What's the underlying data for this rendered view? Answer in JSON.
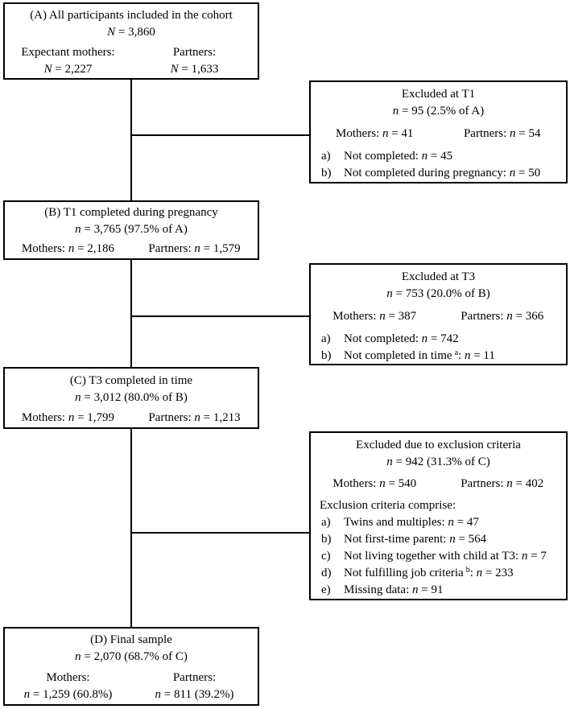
{
  "colors": {
    "background": "#ffffff",
    "text": "#000000",
    "border": "#000000",
    "line": "#000000"
  },
  "boxes": {
    "a": {
      "title": "(A) All participants included in the cohort",
      "total": "*N* = 3,860",
      "left_label": "Expectant mothers:",
      "left_value": "*N* = 2,227",
      "right_label": "Partners:",
      "right_value": "*N* = 1,633"
    },
    "excl1": {
      "title": "Excluded at T1",
      "total": "*n* = 95 (2.5% of A)",
      "mothers": "Mothers: *n* = 41",
      "partners": "Partners: *n* = 54",
      "items": [
        {
          "marker": "a)",
          "text": "Not completed: *n* = 45"
        },
        {
          "marker": "b)",
          "text": "Not completed during pregnancy: *n* = 50"
        }
      ]
    },
    "b": {
      "title": "(B) T1 completed during pregnancy",
      "total": "*n* = 3,765 (97.5% of A)",
      "mothers": "Mothers: *n* = 2,186",
      "partners": "Partners: *n* = 1,579"
    },
    "excl2": {
      "title": "Excluded at T3",
      "total": "*n* = 753 (20.0% of B)",
      "mothers": "Mothers: *n* = 387",
      "partners": "Partners: *n* = 366",
      "items": [
        {
          "marker": "a)",
          "text": "Not completed: *n* = 742"
        },
        {
          "marker": "b)",
          "text": "Not completed in time^a^: *n* = 11"
        }
      ]
    },
    "c": {
      "title": "(C) T3 completed in time",
      "total": "*n* = 3,012 (80.0% of B)",
      "mothers": "Mothers: *n* = 1,799",
      "partners": "Partners: *n* = 1,213"
    },
    "excl3": {
      "title": "Excluded due to exclusion criteria",
      "total": "*n* = 942 (31.3% of C)",
      "mothers": "Mothers: *n* = 540",
      "partners": "Partners: *n* = 402",
      "criteria_intro": "Exclusion criteria comprise:",
      "items": [
        {
          "marker": "a)",
          "text": "Twins and multiples: *n* = 47"
        },
        {
          "marker": "b)",
          "text": "Not first-time parent: *n* = 564"
        },
        {
          "marker": "c)",
          "text": "Not living together with child at T3: *n* = 7"
        },
        {
          "marker": "d)",
          "text": "Not fulfilling job criteria^b^: *n* = 233"
        },
        {
          "marker": "e)",
          "text": "Missing data: *n* = 91"
        }
      ]
    },
    "d": {
      "title": "(D) Final sample",
      "total": "*n* = 2,070 (68.7% of C)",
      "left_label": "Mothers:",
      "left_value": "*n* = 1,259 (60.8%)",
      "right_label": "Partners:",
      "right_value": "*n* = 811 (39.2%)"
    }
  }
}
